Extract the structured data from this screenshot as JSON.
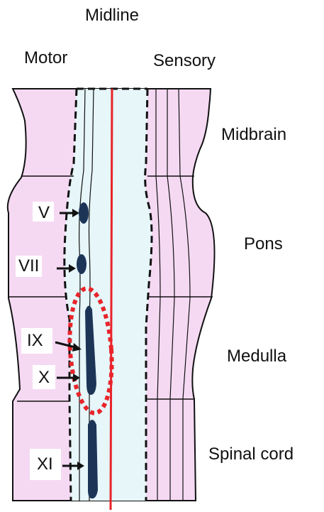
{
  "headers": {
    "midline": "Midline",
    "motor": "Motor",
    "sensory": "Sensory"
  },
  "regions": {
    "midbrain": "Midbrain",
    "pons": "Pons",
    "medulla": "Medulla",
    "spinal_cord": "Spinal cord"
  },
  "nuclei": {
    "v": "V",
    "vii": "VII",
    "ix": "IX",
    "x": "X",
    "xi": "XI"
  },
  "colors": {
    "region_fill": "#f5d9f3",
    "midline_fill": "#e6f6f9",
    "midline_line": "#e8242a",
    "nucleus": "#1c3557",
    "highlight": "#e8242a",
    "outline": "#111111"
  }
}
